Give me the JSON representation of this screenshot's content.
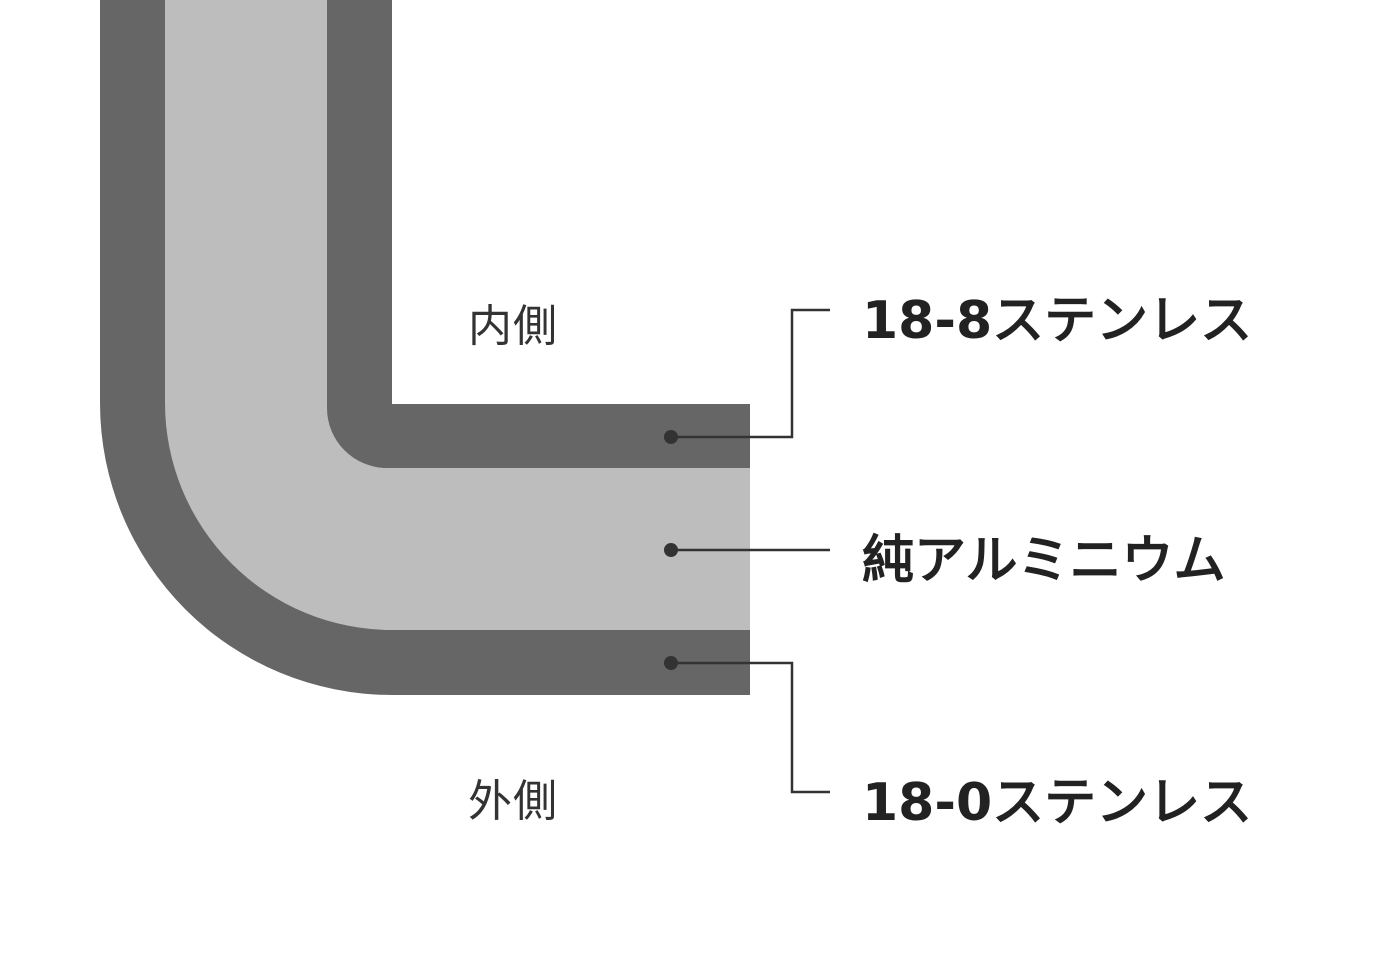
{
  "labels": {
    "inner_side": "内側",
    "outer_side": "外側"
  },
  "layers": [
    {
      "name": "18-8ステンレス",
      "color": "#666666"
    },
    {
      "name": "純アルミニウム",
      "color": "#bdbdbd"
    },
    {
      "name": "18-0ステンレス",
      "color": "#666666"
    }
  ],
  "line_color": "#333333"
}
